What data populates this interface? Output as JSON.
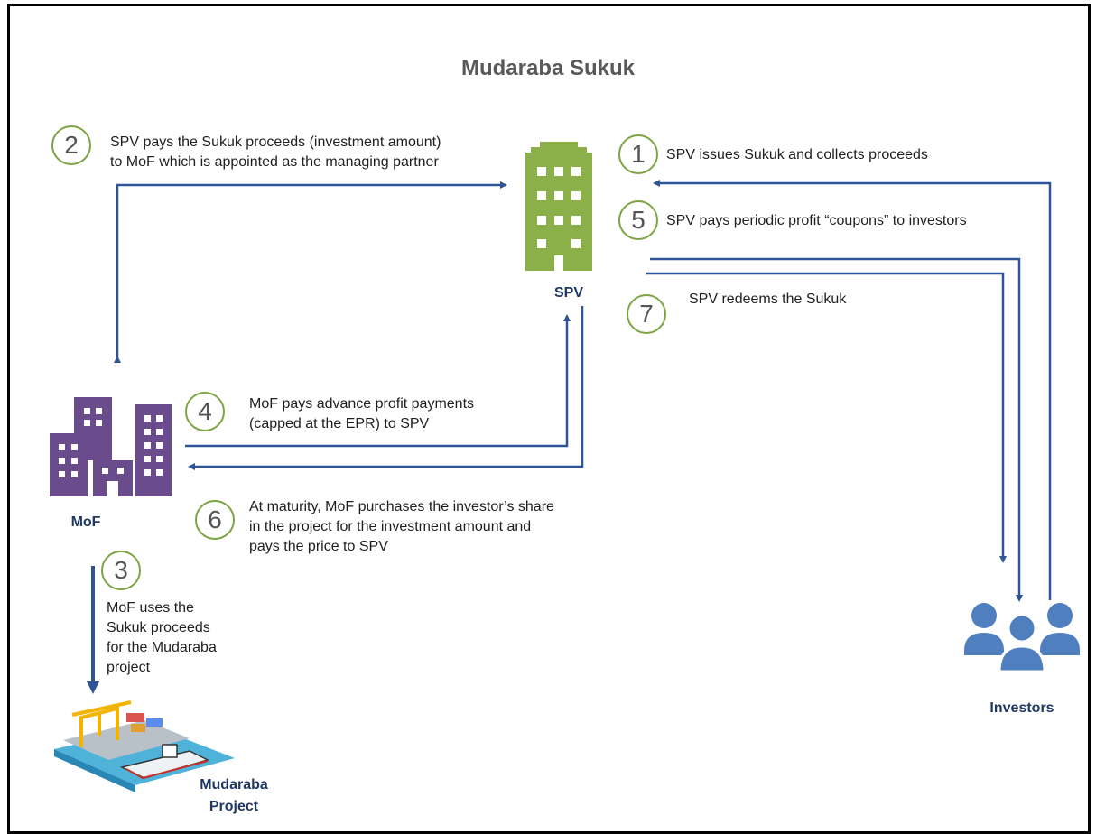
{
  "title": "Mudaraba Sukuk",
  "entities": {
    "spv": "SPV",
    "mof": "MoF",
    "investors": "Investors",
    "project_line1": "Mudaraba",
    "project_line2": "Project"
  },
  "steps": [
    {
      "number": "1",
      "text": "SPV issues Sukuk and collects proceeds"
    },
    {
      "number": "2",
      "line1": "SPV  pays the Sukuk proceeds (investment amount)",
      "line2": "to MoF which is appointed as the managing partner"
    },
    {
      "number": "3",
      "line1": "MoF uses the",
      "line2": "Sukuk proceeds",
      "line3": "for the Mudaraba",
      "line4": "project"
    },
    {
      "number": "4",
      "line1": "MoF pays advance profit payments",
      "line2": "(capped at the EPR) to SPV"
    },
    {
      "number": "5",
      "text": "SPV pays periodic  profit “coupons” to investors"
    },
    {
      "number": "6",
      "line1": "At maturity,  MoF purchases the investor’s share",
      "line2": "in the project for the investment amount and",
      "line3": "pays the price to SPV"
    },
    {
      "number": "7",
      "text": "SPV  redeems the Sukuk"
    }
  ],
  "colors": {
    "circle_border": "#7da443",
    "arrow": "#2f5597",
    "spv_building": "#8bb04a",
    "mof_building": "#6a4c8c",
    "investors_icon": "#4f7fbf",
    "label_text": "#1f3864"
  }
}
